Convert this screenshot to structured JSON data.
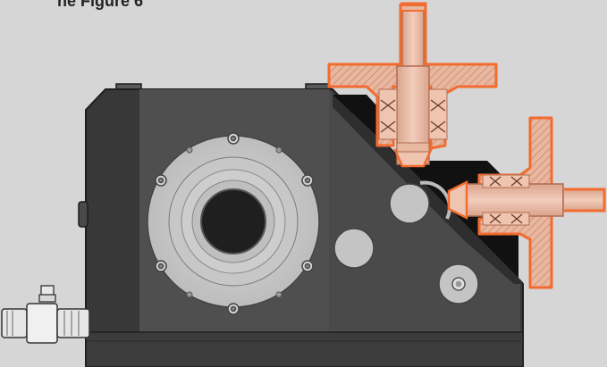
{
  "caption": "ne Figure 6",
  "colors": {
    "background": "#d6d6d6",
    "housing_dark": "#3a3a3a",
    "housing_panel": "#525252",
    "flange": "#c9c9c9",
    "bore": "#222222",
    "section_fill": "#e7b7a0",
    "section_outline": "#f26b2f",
    "fitting": "#e4e4e4"
  },
  "icons": {
    "caption": "figure-caption",
    "main_view": "gearbox-cross-section-illustration",
    "fitting": "quick-coupling-fitting-icon"
  }
}
